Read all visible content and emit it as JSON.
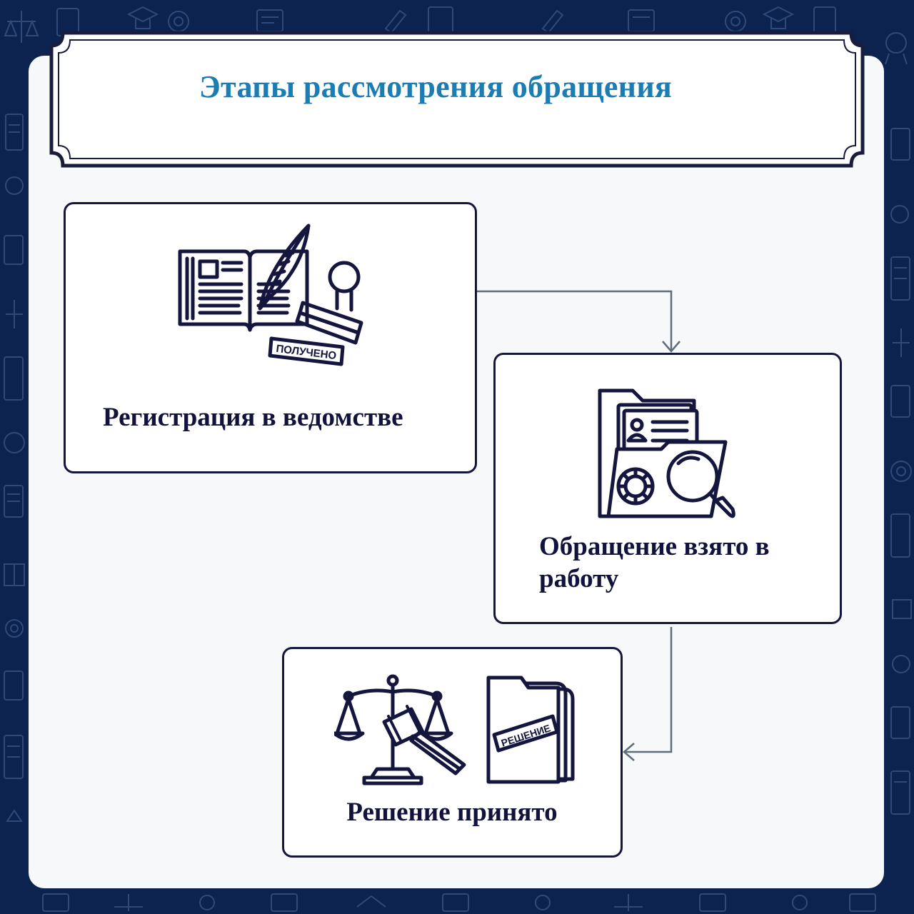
{
  "title": "Этапы рассмотрения обращения",
  "steps": [
    {
      "label": "Регистрация в ведомстве",
      "icon": "registry-book-stamp-icon",
      "stamp_text": "ПОЛУЧЕНО"
    },
    {
      "label": "Обращение взято в работу",
      "icon": "folder-search-gear-icon"
    },
    {
      "label": "Решение принято",
      "icon": "scales-gavel-decision-icon",
      "stamp_text": "РЕШЕНИЕ"
    }
  ],
  "colors": {
    "background": "#0c2350",
    "panel": "#f7f8fa",
    "title": "#1b7db4",
    "text": "#12133d",
    "card_border": "#15163e",
    "arrow": "#5e6d7c"
  }
}
